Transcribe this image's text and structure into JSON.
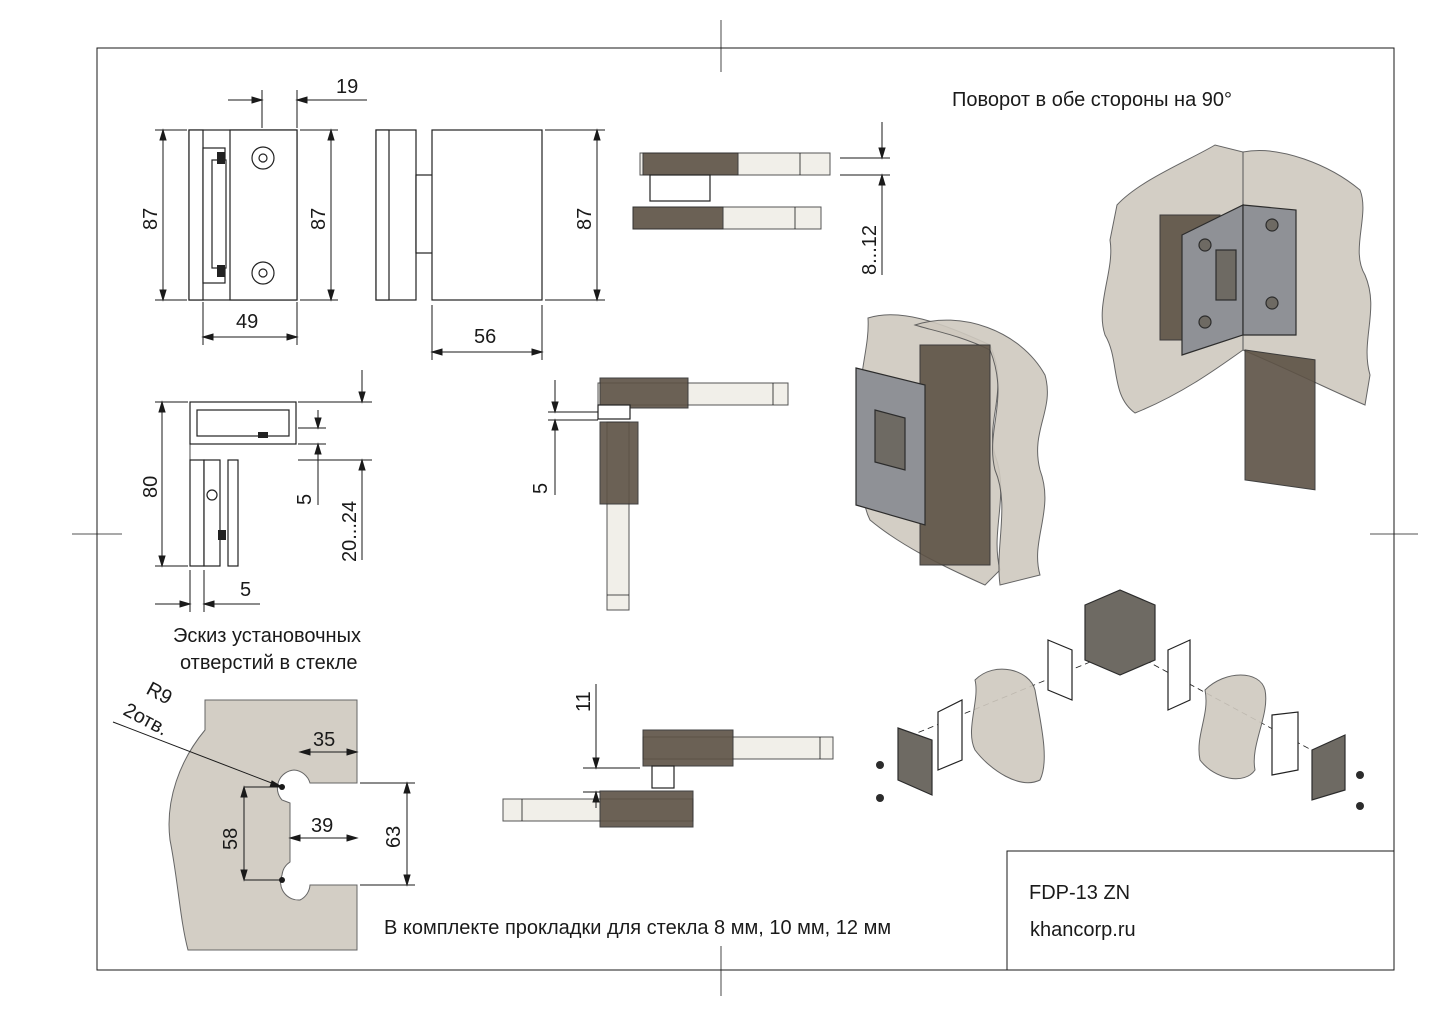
{
  "drawing": {
    "rotation_note": "Поворот в обе стороны на 90°",
    "hole_sketch_title_line1": "Эскиз установочных",
    "hole_sketch_title_line2": "отверстий в стекле",
    "kit_note": "В комплекте прокладки для стекла 8 мм, 10 мм, 12 мм",
    "radius_label": "R9",
    "holes_label": "2отв."
  },
  "title_block": {
    "model": "FDP-13 ZN",
    "website": "khancorp.ru"
  },
  "dimensions": {
    "top_width_19": "19",
    "front_height_left": "87",
    "front_height_right": "87",
    "front_width": "49",
    "side_height": "87",
    "side_width": "56",
    "glass_gap": "8...12",
    "section_height": "80",
    "section_offset": "5",
    "section_range": "20...24",
    "section_bottom": "5",
    "angle_offset": "5",
    "bottom_view_offset": "11",
    "hole_35": "35",
    "hole_58": "58",
    "hole_39": "39",
    "hole_63": "63"
  },
  "colors": {
    "glass": "#cfc9bf",
    "metal": "#8f9196",
    "bronze_glass": "#5d5245",
    "line": "#1a1a1a"
  }
}
